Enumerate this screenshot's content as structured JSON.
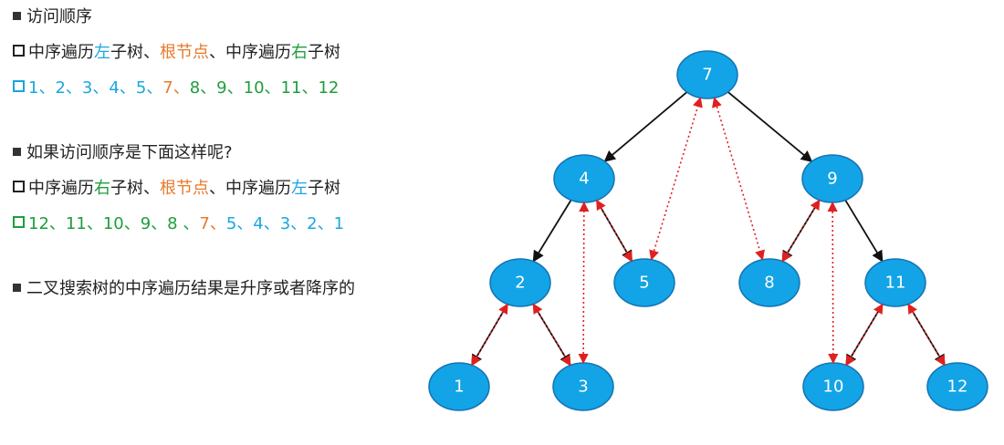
{
  "section1": {
    "heading": "访问顺序",
    "rule_parts": [
      {
        "text": "中序遍历",
        "color": "#222222"
      },
      {
        "text": "左",
        "color": "#19a7e0"
      },
      {
        "text": "子树、",
        "color": "#222222"
      },
      {
        "text": "根节点",
        "color": "#e8782a"
      },
      {
        "text": "、中序遍历",
        "color": "#222222"
      },
      {
        "text": "右",
        "color": "#1e9e3c"
      },
      {
        "text": "子树",
        "color": "#222222"
      }
    ],
    "sequence": [
      {
        "text": "1",
        "color": "#19a7e0"
      },
      {
        "text": "2",
        "color": "#19a7e0"
      },
      {
        "text": "3",
        "color": "#19a7e0"
      },
      {
        "text": "4",
        "color": "#19a7e0"
      },
      {
        "text": "5",
        "color": "#19a7e0"
      },
      {
        "text": "7",
        "color": "#e8782a"
      },
      {
        "text": "8",
        "color": "#1e9e3c"
      },
      {
        "text": "9",
        "color": "#1e9e3c"
      },
      {
        "text": "10",
        "color": "#1e9e3c"
      },
      {
        "text": "11",
        "color": "#1e9e3c"
      },
      {
        "text": "12",
        "color": "#1e9e3c"
      }
    ]
  },
  "section2": {
    "heading": "如果访问顺序是下面这样呢?",
    "rule_parts": [
      {
        "text": "中序遍历",
        "color": "#222222"
      },
      {
        "text": "右",
        "color": "#1e9e3c"
      },
      {
        "text": "子树、",
        "color": "#222222"
      },
      {
        "text": "根节点",
        "color": "#e8782a"
      },
      {
        "text": "、中序遍历",
        "color": "#222222"
      },
      {
        "text": "左",
        "color": "#19a7e0"
      },
      {
        "text": "子树",
        "color": "#222222"
      }
    ],
    "sequence": [
      {
        "text": "12",
        "color": "#1e9e3c"
      },
      {
        "text": "11",
        "color": "#1e9e3c"
      },
      {
        "text": "10",
        "color": "#1e9e3c"
      },
      {
        "text": "9",
        "color": "#1e9e3c"
      },
      {
        "text": "8 ",
        "color": "#1e9e3c"
      },
      {
        "text": "7",
        "color": "#e8782a"
      },
      {
        "text": "5",
        "color": "#19a7e0"
      },
      {
        "text": "4",
        "color": "#19a7e0"
      },
      {
        "text": "3",
        "color": "#19a7e0"
      },
      {
        "text": "2",
        "color": "#19a7e0"
      },
      {
        "text": "1",
        "color": "#19a7e0"
      }
    ]
  },
  "section3": {
    "heading": "二叉搜索树的中序遍历结果是升序或者降序的"
  },
  "tree": {
    "node_fill": "#12a4e6",
    "node_stroke": "#1573b3",
    "edge_color": "#111111",
    "trace_color": "#e02020",
    "nodes": [
      {
        "id": "n7",
        "label": "7"
      },
      {
        "id": "n4",
        "label": "4"
      },
      {
        "id": "n9",
        "label": "9"
      },
      {
        "id": "n2",
        "label": "2"
      },
      {
        "id": "n5",
        "label": "5"
      },
      {
        "id": "n8",
        "label": "8"
      },
      {
        "id": "n11",
        "label": "11"
      },
      {
        "id": "n1",
        "label": "1"
      },
      {
        "id": "n3",
        "label": "3"
      },
      {
        "id": "n10",
        "label": "10"
      },
      {
        "id": "n12",
        "label": "12"
      }
    ],
    "edges": [
      [
        "n7",
        "n4"
      ],
      [
        "n7",
        "n9"
      ],
      [
        "n4",
        "n2"
      ],
      [
        "n4",
        "n5"
      ],
      [
        "n9",
        "n8"
      ],
      [
        "n9",
        "n11"
      ],
      [
        "n2",
        "n1"
      ],
      [
        "n2",
        "n3"
      ],
      [
        "n11",
        "n10"
      ],
      [
        "n11",
        "n12"
      ]
    ],
    "traversal": [
      "n1",
      "n2",
      "n3",
      "n4",
      "n5",
      "n7",
      "n8",
      "n9",
      "n10",
      "n11",
      "n12"
    ]
  }
}
